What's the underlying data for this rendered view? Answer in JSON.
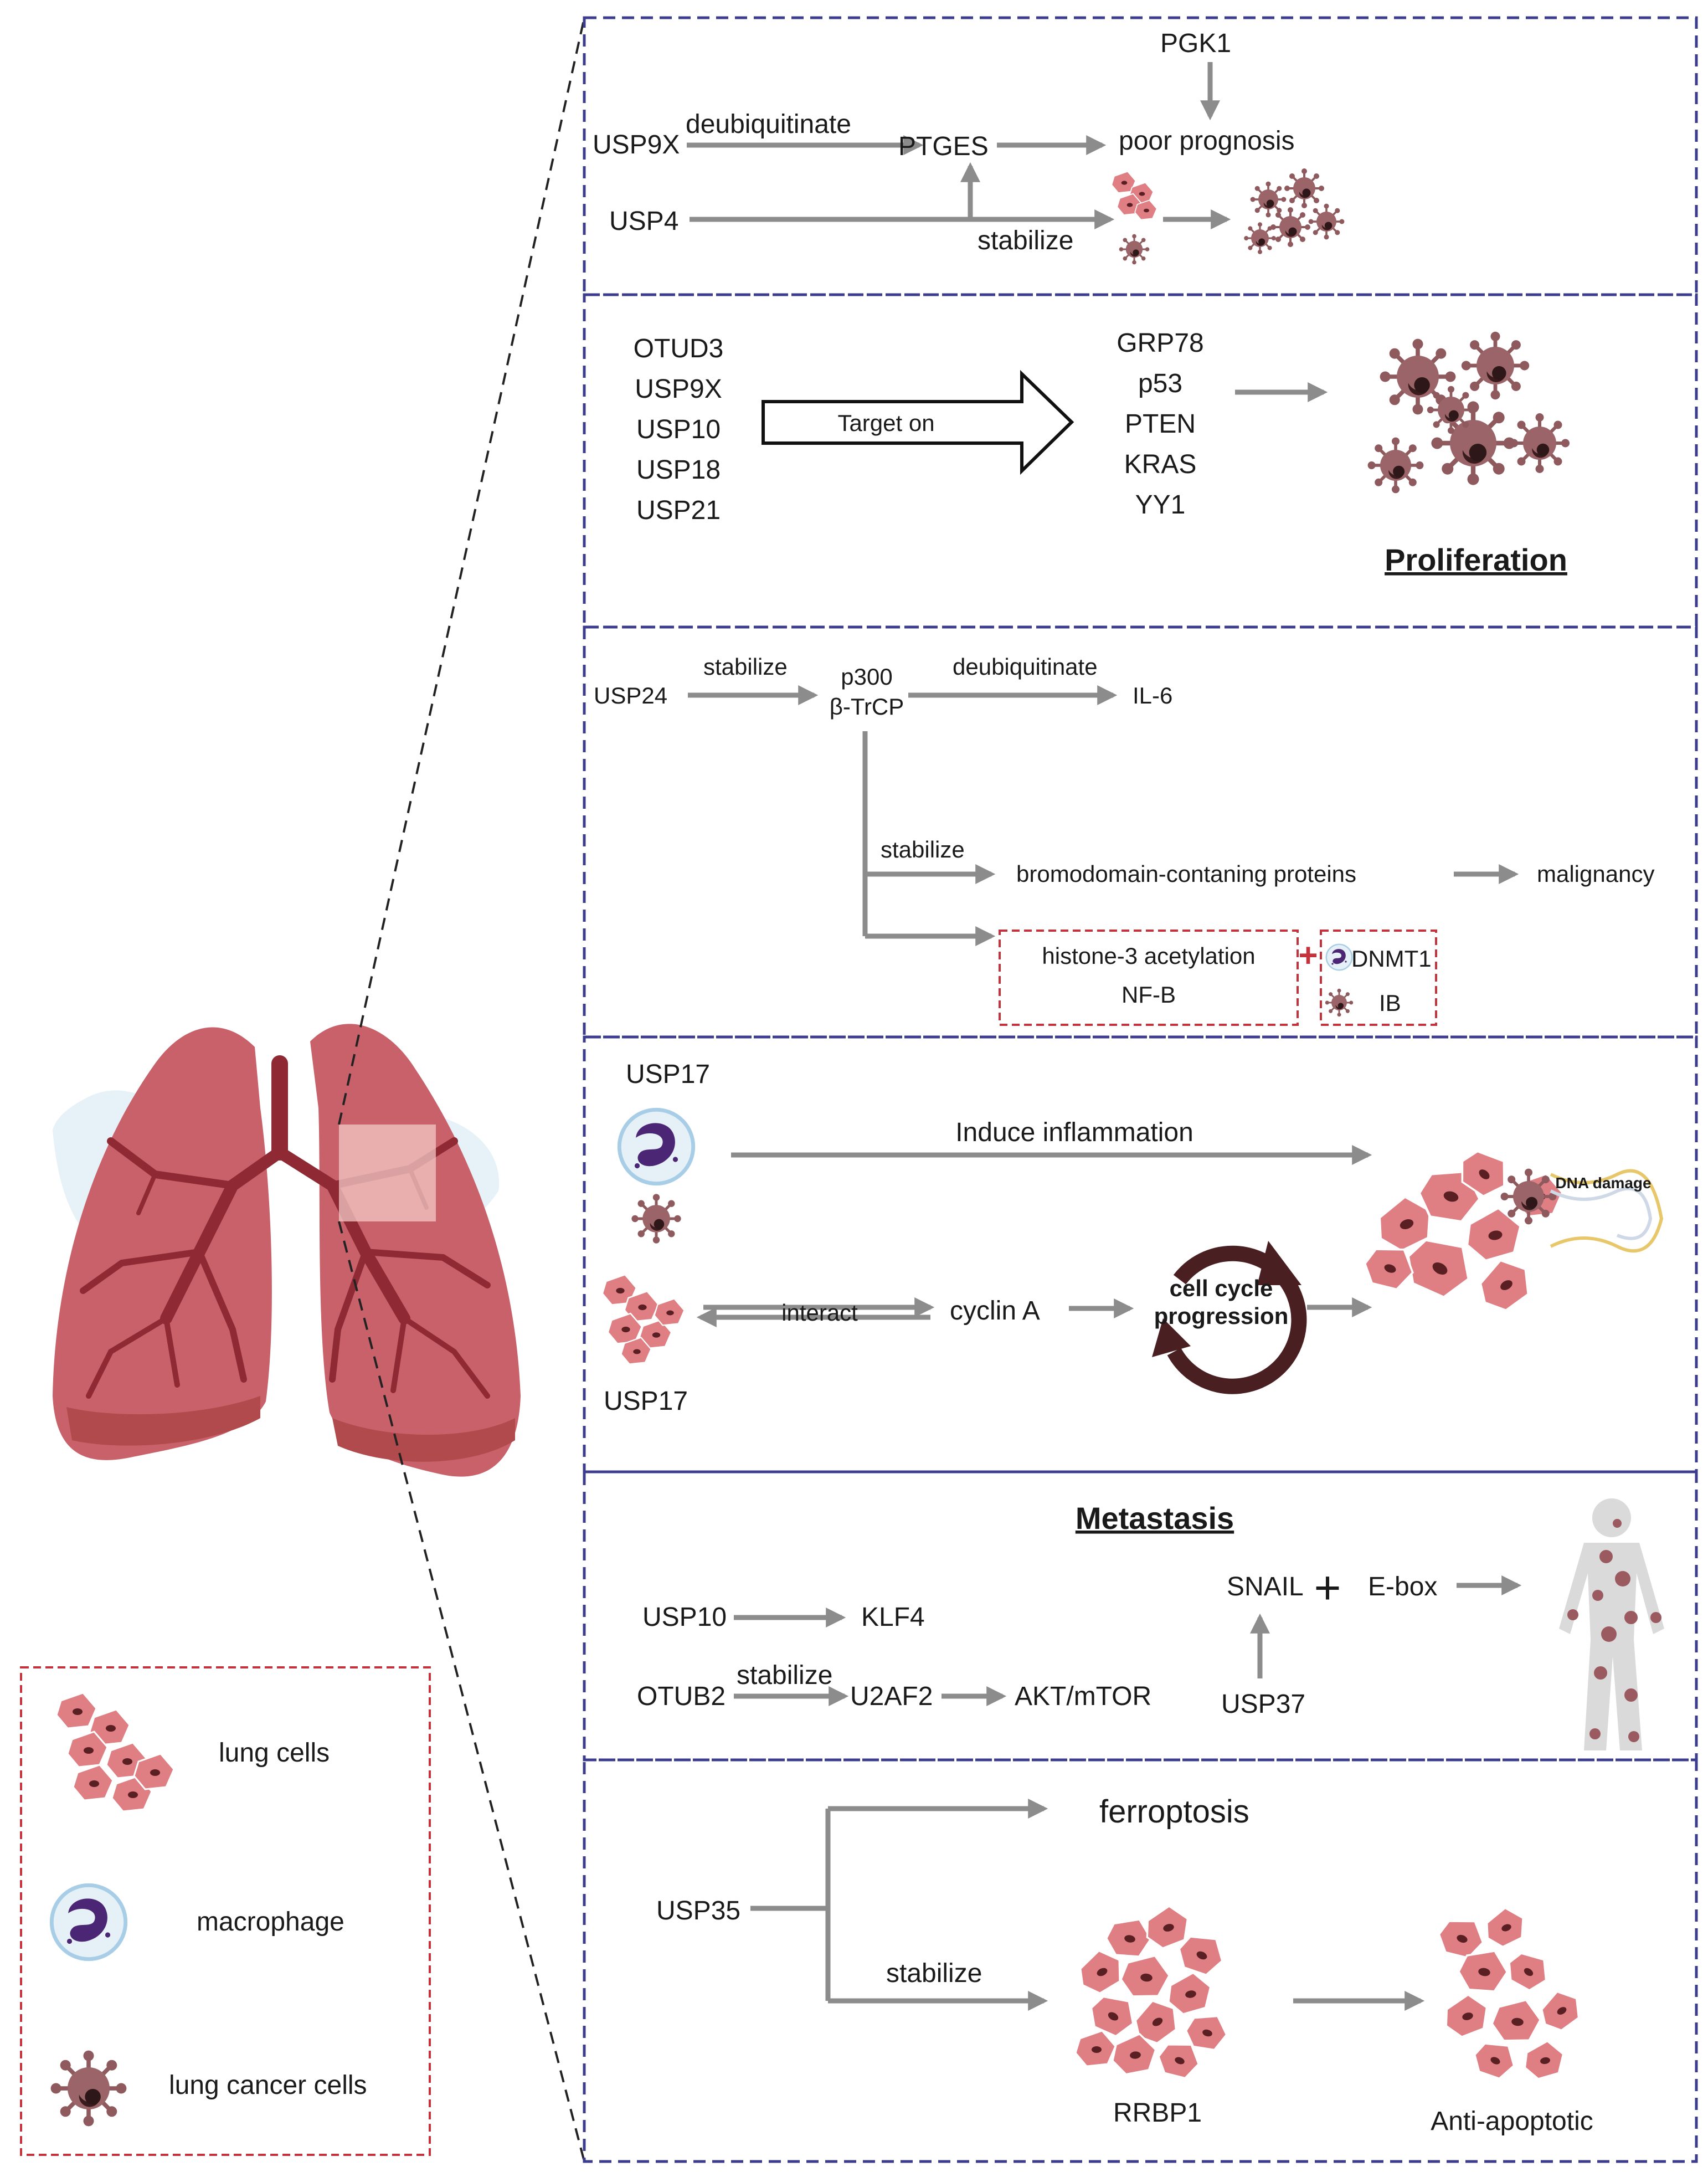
{
  "panel1": {
    "usp9x": "USP9X",
    "deubiquitinate": "deubiquitinate",
    "ptges": "PTGES",
    "pgk1": "PGK1",
    "poor_prognosis": "poor prognosis",
    "usp4": "USP4",
    "stabilize": "stabilize"
  },
  "panel2": {
    "dubs": [
      "OTUD3",
      "USP9X",
      "USP10",
      "USP18",
      "USP21"
    ],
    "target_on": "Target on",
    "targets": [
      "GRP78",
      "p53",
      "PTEN",
      "KRAS",
      "YY1"
    ],
    "heading": "Proliferation"
  },
  "panel3": {
    "usp24": "USP24",
    "stabilize1": "stabilize",
    "p300": "p300",
    "btrcp": "β-TrCP",
    "deubiquitinate": "deubiquitinate",
    "il6": "IL-6",
    "stabilize2": "stabilize",
    "bromo": "bromodomain-contaning proteins",
    "malignancy": "malignancy",
    "histone": "histone-3 acetylation",
    "nfb": "NF-B",
    "plus": "+",
    "dnmt1": "DNMT1",
    "ib": "IB"
  },
  "panel4": {
    "usp17_top": "USP17",
    "induce": "Induce inflammation",
    "dna_damage": "DNA damage",
    "interact": "interact",
    "cyclin": "cyclin A",
    "cell_cycle_1": "cell cycle",
    "cell_cycle_2": "progression",
    "usp17_bottom": "USP17"
  },
  "panel5": {
    "heading": "Metastasis",
    "usp10": "USP10",
    "klf4": "KLF4",
    "otub2": "OTUB2",
    "stabilize": "stabilize",
    "u2af2": "U2AF2",
    "akt": "AKT/mTOR",
    "snail": "SNAIL",
    "plus": "+",
    "ebox": "E-box",
    "usp37": "USP37"
  },
  "panel6": {
    "usp35": "USP35",
    "ferroptosis": "ferroptosis",
    "stabilize": "stabilize",
    "rrbp1": "RRBP1",
    "anti_apoptotic": "Anti-apoptotic"
  },
  "legend": {
    "lung_cells": "lung cells",
    "macrophage": "macrophage",
    "lung_cancer_cells": "lung cancer cells"
  },
  "colors": {
    "panel_border": "#3d3d8f",
    "red_border": "#c4323c",
    "arrow": "#8c8c8c",
    "lung": "#c9616a",
    "airway": "#8f2a35",
    "cancer_cell": "#8f5a5e",
    "macrophage": "#5a2d80"
  }
}
